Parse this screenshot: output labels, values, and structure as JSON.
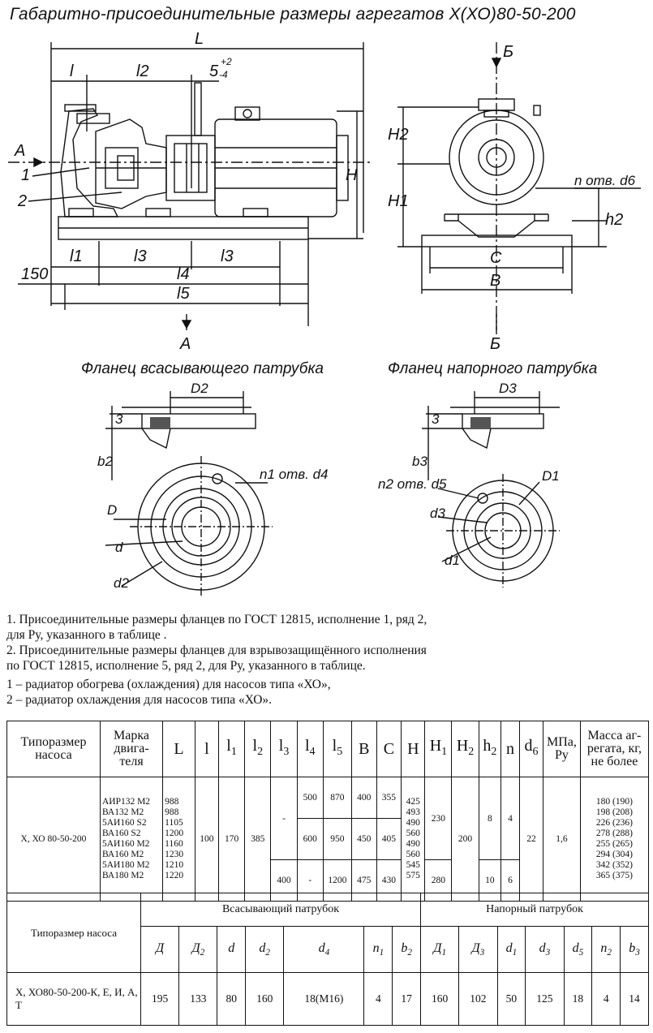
{
  "title": "Габаритно-присоединительные размеры агрегатов Х(ХО)80-50-200",
  "drawing": {
    "labels": {
      "L": "L",
      "l": "l",
      "l2": "l2",
      "gap": "5",
      "gap_sup": "+2",
      "gap_sub": "-4",
      "A": "A",
      "H": "H",
      "one": "1",
      "two": "2",
      "l1": "l1",
      "l3a": "l3",
      "l3b": "l3",
      "l4": "l4",
      "l5": "l5",
      "d150": "150",
      "A_bottom": "A",
      "B_top": "Б",
      "H2": "H2",
      "H1": "H1",
      "n_holes": "n отв. d6",
      "h2": "h2",
      "C": "C",
      "B": "B",
      "B_bottom": "Б"
    },
    "suction_flange": {
      "caption": "Фланец всасывающего патрубка",
      "D2": "D2",
      "three": "3",
      "b2": "b2",
      "holes": "n1 отв. d4",
      "D": "D",
      "d": "d",
      "d2": "d2"
    },
    "discharge_flange": {
      "caption": "Фланец напорного патрубка",
      "D3": "D3",
      "three": "3",
      "b3": "b3",
      "holes": "n2 отв. d5",
      "D1": "D1",
      "d3": "d3",
      "d1": "d1"
    }
  },
  "notes": [
    "1.  Присоединительные размеры фланцев по ГОСТ 12815, исполнение 1, ряд 2,",
    "  для Ру, указанного в таблице .",
    "2.  Присоединительные размеры фланцев для взрывозащищённого исполнения",
    "   по ГОСТ 12815, исполнение 5, ряд 2, для Ру, указанного в таблице.",
    "1 – радиатор обогрева (охлаждения) для насосов типа «ХО»,",
    "2 – радиатор  охлаждения для насосов типа «ХО»."
  ],
  "table1": {
    "headers": {
      "size": "Типоразмер насоса",
      "motor": "Марка двига-теля",
      "L": "L",
      "l": "l",
      "l1": "l",
      "l1_sub": "1",
      "l2": "l",
      "l2_sub": "2",
      "l3": "l",
      "l3_sub": "3",
      "l4": "l",
      "l4_sub": "4",
      "l5": "l",
      "l5_sub": "5",
      "B": "B",
      "C": "C",
      "H": "H",
      "H1": "H",
      "H1_sub": "1",
      "H2": "H",
      "H2_sub": "2",
      "h2": "h",
      "h2_sub": "2",
      "n": "n",
      "d6": "d",
      "d6_sub": "6",
      "mpa": "МПа, Ру",
      "mass": "Масса аг-регата, кг, не более"
    },
    "size": "Х, ХО 80-50-200",
    "motors": [
      "АИР132 М2",
      "ВА132 М2",
      "5АИ160 S2",
      "ВА160 S2",
      "5АИ160 М2",
      "ВА160 М2",
      "5АИ180 М2",
      "ВА180 М2"
    ],
    "L": [
      "988",
      "988",
      "1105",
      "1200",
      "1160",
      "1230",
      "1210",
      "1220"
    ],
    "l": "100",
    "l1": "170",
    "l2": "385",
    "l3_dash": "-",
    "l3_b": "400",
    "l4_a": "500",
    "l4_b": "600",
    "l4_c": "-",
    "l5_a": "870",
    "l5_b": "950",
    "l5_c": "1200",
    "B_a": "400",
    "B_b": "450",
    "B_c": "475",
    "C_a": "355",
    "C_b": "405",
    "C_c": "430",
    "H": [
      "425",
      "493",
      "490",
      "560",
      "490",
      "560",
      "545",
      "575"
    ],
    "H1_a": "230",
    "H1_b": "280",
    "H2": "200",
    "h2_a": "8",
    "h2_b": "10",
    "n_a": "4",
    "n_b": "6",
    "d6": "22",
    "mpa": "1,6",
    "mass": [
      "180 (190)",
      "198 (208)",
      "226 (236)",
      "278 (288)",
      "255 (265)",
      "294 (304)",
      "342 (352)",
      "365 (375)"
    ]
  },
  "table2": {
    "size_header": "Типоразмер насоса",
    "suction_header": "Всасывающий патрубок",
    "discharge_header": "Напорный патрубок",
    "symbols": [
      {
        "t": "Д",
        "s": ""
      },
      {
        "t": "Д",
        "s": "2"
      },
      {
        "t": "d",
        "s": ""
      },
      {
        "t": "d",
        "s": "2"
      },
      {
        "t": "d",
        "s": "4"
      },
      {
        "t": "n",
        "s": "1"
      },
      {
        "t": "b",
        "s": "2"
      },
      {
        "t": "Д",
        "s": "1"
      },
      {
        "t": "Д",
        "s": "3"
      },
      {
        "t": "d",
        "s": "1"
      },
      {
        "t": "d",
        "s": "3"
      },
      {
        "t": "d",
        "s": "5"
      },
      {
        "t": "n",
        "s": "2"
      },
      {
        "t": "b",
        "s": "3"
      }
    ],
    "row_name": "Х, ХО80-50-200-К, Е, И, А, Т",
    "values": [
      "195",
      "133",
      "80",
      "160",
      "18(М16)",
      "4",
      "17",
      "160",
      "102",
      "50",
      "125",
      "18",
      "4",
      "14"
    ]
  }
}
